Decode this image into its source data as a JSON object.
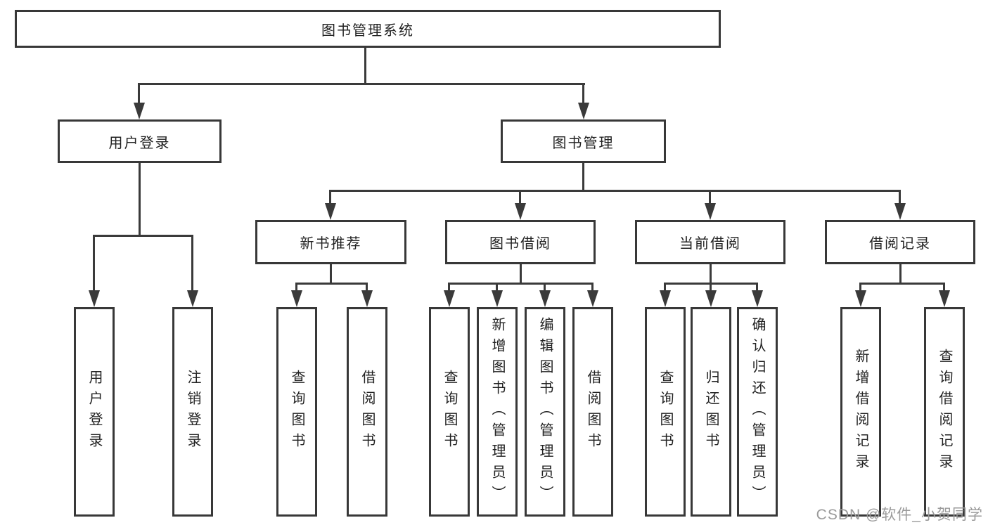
{
  "colors": {
    "line": "#3a3a3a",
    "box_border": "#383838",
    "text": "#222222",
    "background": "#ffffff",
    "watermark_text_color": "#9a9a9a"
  },
  "watermark": {
    "text": "CSDN @软件_小贺同学"
  },
  "diagram": {
    "title": "图书管理系统",
    "nodes": {
      "root": {
        "label": "图书管理系统"
      },
      "user_login": {
        "label": "用户登录"
      },
      "book_mgmt": {
        "label": "图书管理"
      },
      "new_book_rec": {
        "label": "新书推荐"
      },
      "book_borrow": {
        "label": "图书借阅"
      },
      "current_borrow": {
        "label": "当前借阅"
      },
      "borrow_records": {
        "label": "借阅记录"
      },
      "ul_login": {
        "label": "用户登录"
      },
      "ul_logout": {
        "label": "注销登录"
      },
      "nbr_query": {
        "label": "查询图书"
      },
      "nbr_borrow": {
        "label": "借阅图书"
      },
      "bb_query": {
        "label": "查询图书"
      },
      "bb_add": {
        "label": "新增图书（管理员）"
      },
      "bb_edit": {
        "label": "编辑图书（管理员）"
      },
      "bb_borrow": {
        "label": "借阅图书"
      },
      "cb_query": {
        "label": "查询图书"
      },
      "cb_return": {
        "label": "归还图书"
      },
      "cb_confirm": {
        "label": "确认归还（管理员）"
      },
      "br_add": {
        "label": "新增借阅记录"
      },
      "br_query": {
        "label": "查询借阅记录"
      }
    },
    "edges": [
      {
        "from": "图书管理系统",
        "to": "用户登录"
      },
      {
        "from": "图书管理系统",
        "to": "图书管理"
      },
      {
        "from": "用户登录",
        "to": "用户登录"
      },
      {
        "from": "用户登录",
        "to": "注销登录"
      },
      {
        "from": "图书管理",
        "to": "新书推荐"
      },
      {
        "from": "图书管理",
        "to": "图书借阅"
      },
      {
        "from": "图书管理",
        "to": "当前借阅"
      },
      {
        "from": "图书管理",
        "to": "借阅记录"
      },
      {
        "from": "新书推荐",
        "to": "查询图书"
      },
      {
        "from": "新书推荐",
        "to": "借阅图书"
      },
      {
        "from": "图书借阅",
        "to": "查询图书"
      },
      {
        "from": "图书借阅",
        "to": "新增图书（管理员）"
      },
      {
        "from": "图书借阅",
        "to": "编辑图书（管理员）"
      },
      {
        "from": "图书借阅",
        "to": "借阅图书"
      },
      {
        "from": "当前借阅",
        "to": "查询图书"
      },
      {
        "from": "当前借阅",
        "to": "归还图书"
      },
      {
        "from": "当前借阅",
        "to": "确认归还（管理员）"
      },
      {
        "from": "借阅记录",
        "to": "新增借阅记录"
      },
      {
        "from": "借阅记录",
        "to": "查询借阅记录"
      }
    ]
  }
}
